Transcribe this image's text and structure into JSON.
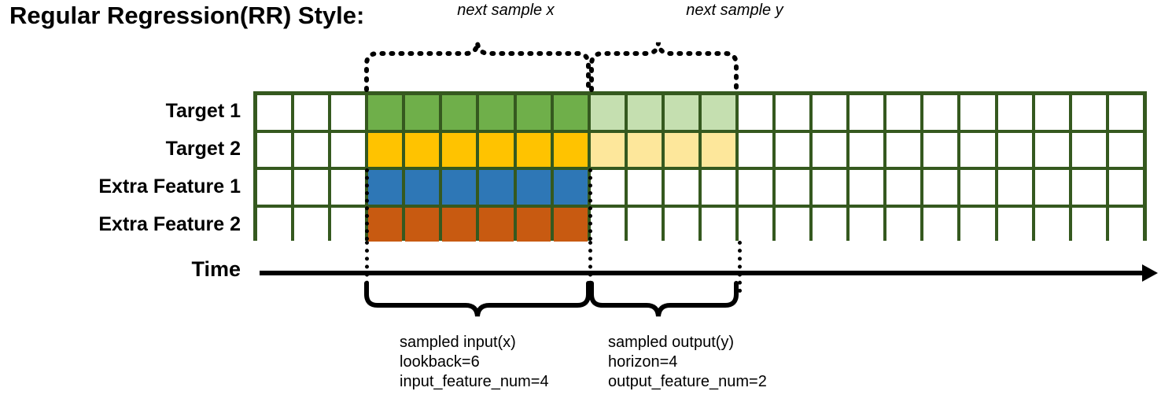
{
  "title": "Regular Regression(RR) Style:",
  "top_captions": {
    "next_x": "next sample x",
    "next_y": "next sample y"
  },
  "time_axis": {
    "label": "Time"
  },
  "rows": [
    {
      "label": "Target 1",
      "fill": "#6FAF4A",
      "light": "#C5DFB0",
      "has_output": true
    },
    {
      "label": "Target 2",
      "fill": "#FFC300",
      "light": "#FDE79B",
      "has_output": true
    },
    {
      "label": "Extra Feature 1",
      "fill": "#2E77B6",
      "light": "#FFFFFF",
      "has_output": false
    },
    {
      "label": "Extra Feature 2",
      "fill": "#C85A11",
      "light": "#FFFFFF",
      "has_output": false
    }
  ],
  "grid": {
    "total_columns": 24,
    "lead_blank_columns": 3,
    "input_columns": 6,
    "output_columns": 4,
    "trail_blank_columns": 11,
    "border_color": "#35591F",
    "empty_color": "#FFFFFF"
  },
  "bottom_captions": {
    "input": {
      "line1": "sampled input(x)",
      "line2": "lookback=6",
      "line3": "input_feature_num=4"
    },
    "output": {
      "line1": "sampled output(y)",
      "line2": "horizon=4",
      "line3": "output_feature_num=2"
    }
  },
  "colors": {
    "target1": "#6FAF4A",
    "target1_light": "#C5DFB0",
    "target2": "#FFC300",
    "target2_light": "#FDE79B",
    "extra1": "#2E77B6",
    "extra2": "#C85A11",
    "grid_border": "#35591F",
    "ink": "#000000"
  }
}
